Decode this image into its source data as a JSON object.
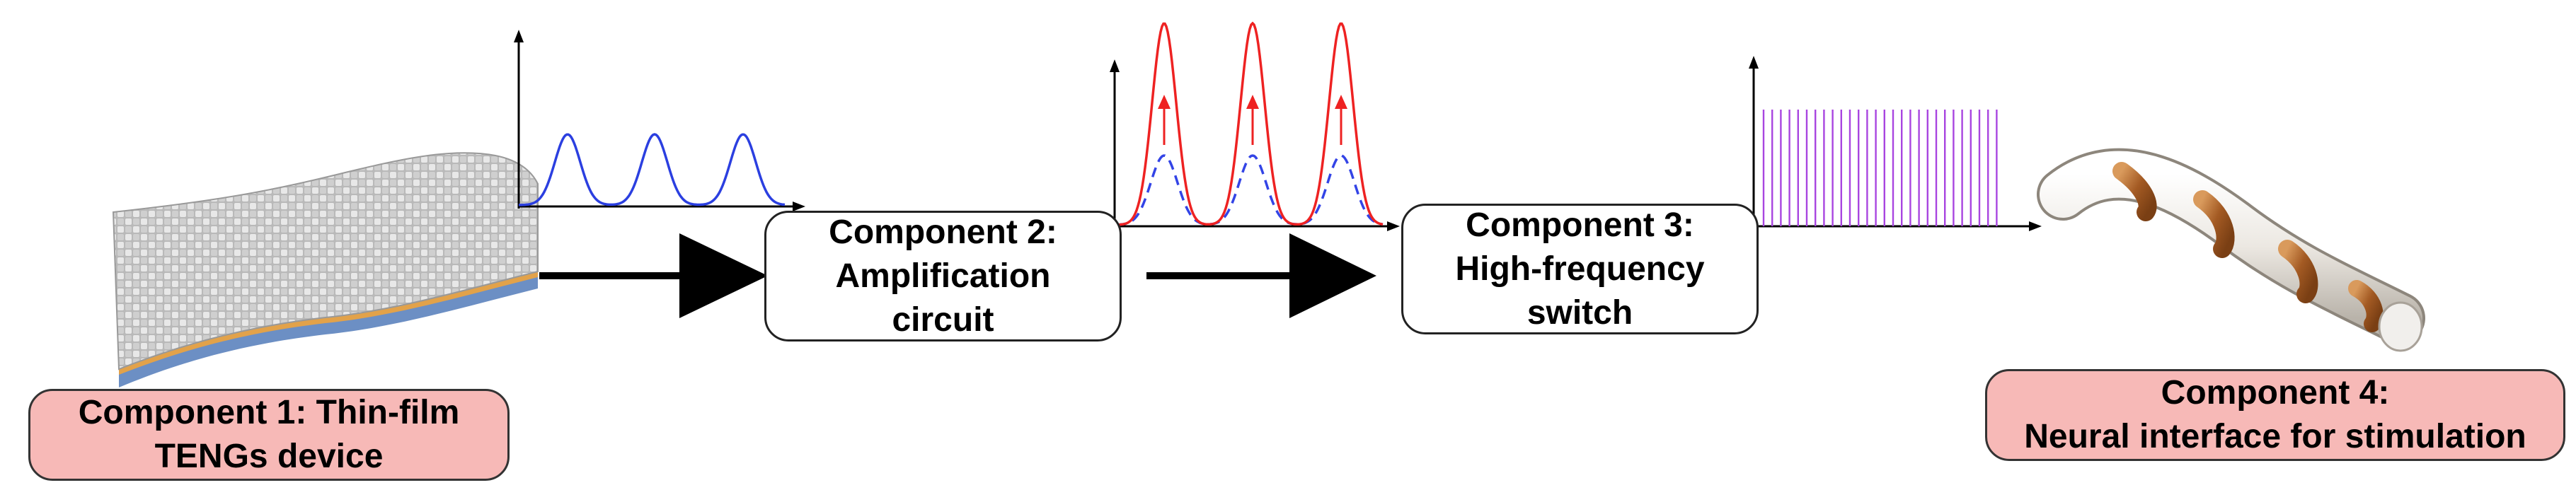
{
  "components": [
    {
      "id": 1,
      "lines": [
        "Component 1: Thin-film",
        "TENGs device"
      ]
    },
    {
      "id": 2,
      "lines": [
        "Component 2:",
        "Amplification",
        "circuit"
      ]
    },
    {
      "id": 3,
      "lines": [
        "Component 3:",
        "High-frequency",
        "switch"
      ]
    },
    {
      "id": 4,
      "lines": [
        "Component 4:",
        "Neural interface for stimulation"
      ]
    }
  ],
  "illustrations": {
    "device": "woven-textile-film-image",
    "interface": "helical-electrode-image"
  },
  "signals": {
    "teng_output": {
      "type": "line",
      "color": "#2b3fe0",
      "peaks": 3,
      "style": "solid"
    },
    "amplified": {
      "colors": {
        "original": "#3344e6",
        "amplified": "#ee2222"
      },
      "peaks": 3,
      "original_style": "dashed",
      "amplified_style": "solid"
    },
    "switched": {
      "color": "#a845e0",
      "pulses": 28
    }
  },
  "colors": {
    "label_fill": "#f7b9b7",
    "arrow": "#000000",
    "axis": "#000000"
  }
}
